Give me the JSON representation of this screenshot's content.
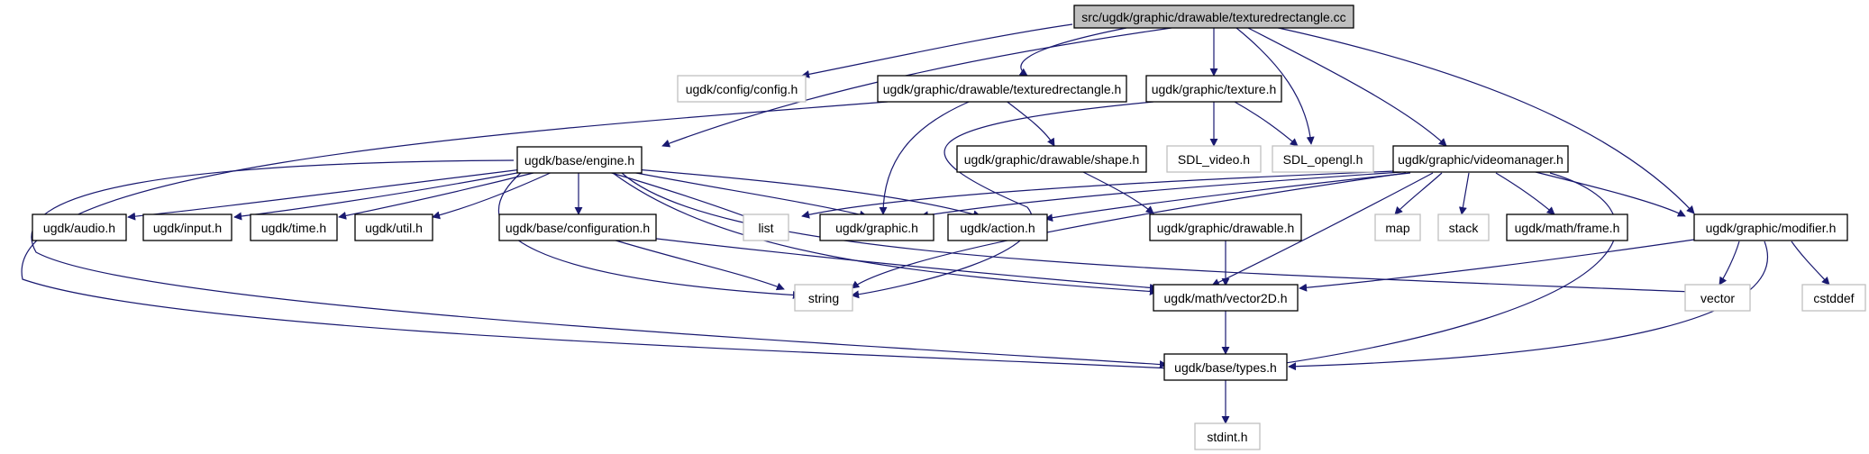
{
  "colors": {
    "edge": "#191970",
    "root_fill": "#bfbfbf",
    "root_border": "#000000",
    "internal_border": "#000000",
    "external_border": "#bfbfbf",
    "node_fill": "#ffffff"
  },
  "nodes": {
    "root": "src/ugdk/graphic/drawable/texturedrectangle.cc",
    "config_h": "ugdk/config/config.h",
    "texturedrectangle_h": "ugdk/graphic/drawable/texturedrectangle.h",
    "texture_h": "ugdk/graphic/texture.h",
    "engine_h": "ugdk/base/engine.h",
    "shape_h": "ugdk/graphic/drawable/shape.h",
    "sdl_video_h": "SDL_video.h",
    "sdl_opengl_h": "SDL_opengl.h",
    "videomanager_h": "ugdk/graphic/videomanager.h",
    "audio_h": "ugdk/audio.h",
    "input_h": "ugdk/input.h",
    "time_h": "ugdk/time.h",
    "util_h": "ugdk/util.h",
    "configuration_h": "ugdk/base/configuration.h",
    "list": "list",
    "graphic_h": "ugdk/graphic.h",
    "action_h": "ugdk/action.h",
    "drawable_h": "ugdk/graphic/drawable.h",
    "map": "map",
    "stack": "stack",
    "frame_h": "ugdk/math/frame.h",
    "modifier_h": "ugdk/graphic/modifier.h",
    "string": "string",
    "vector2d_h": "ugdk/math/vector2D.h",
    "vector": "vector",
    "cstddef": "cstddef",
    "types_h": "ugdk/base/types.h",
    "stdint_h": "stdint.h"
  }
}
